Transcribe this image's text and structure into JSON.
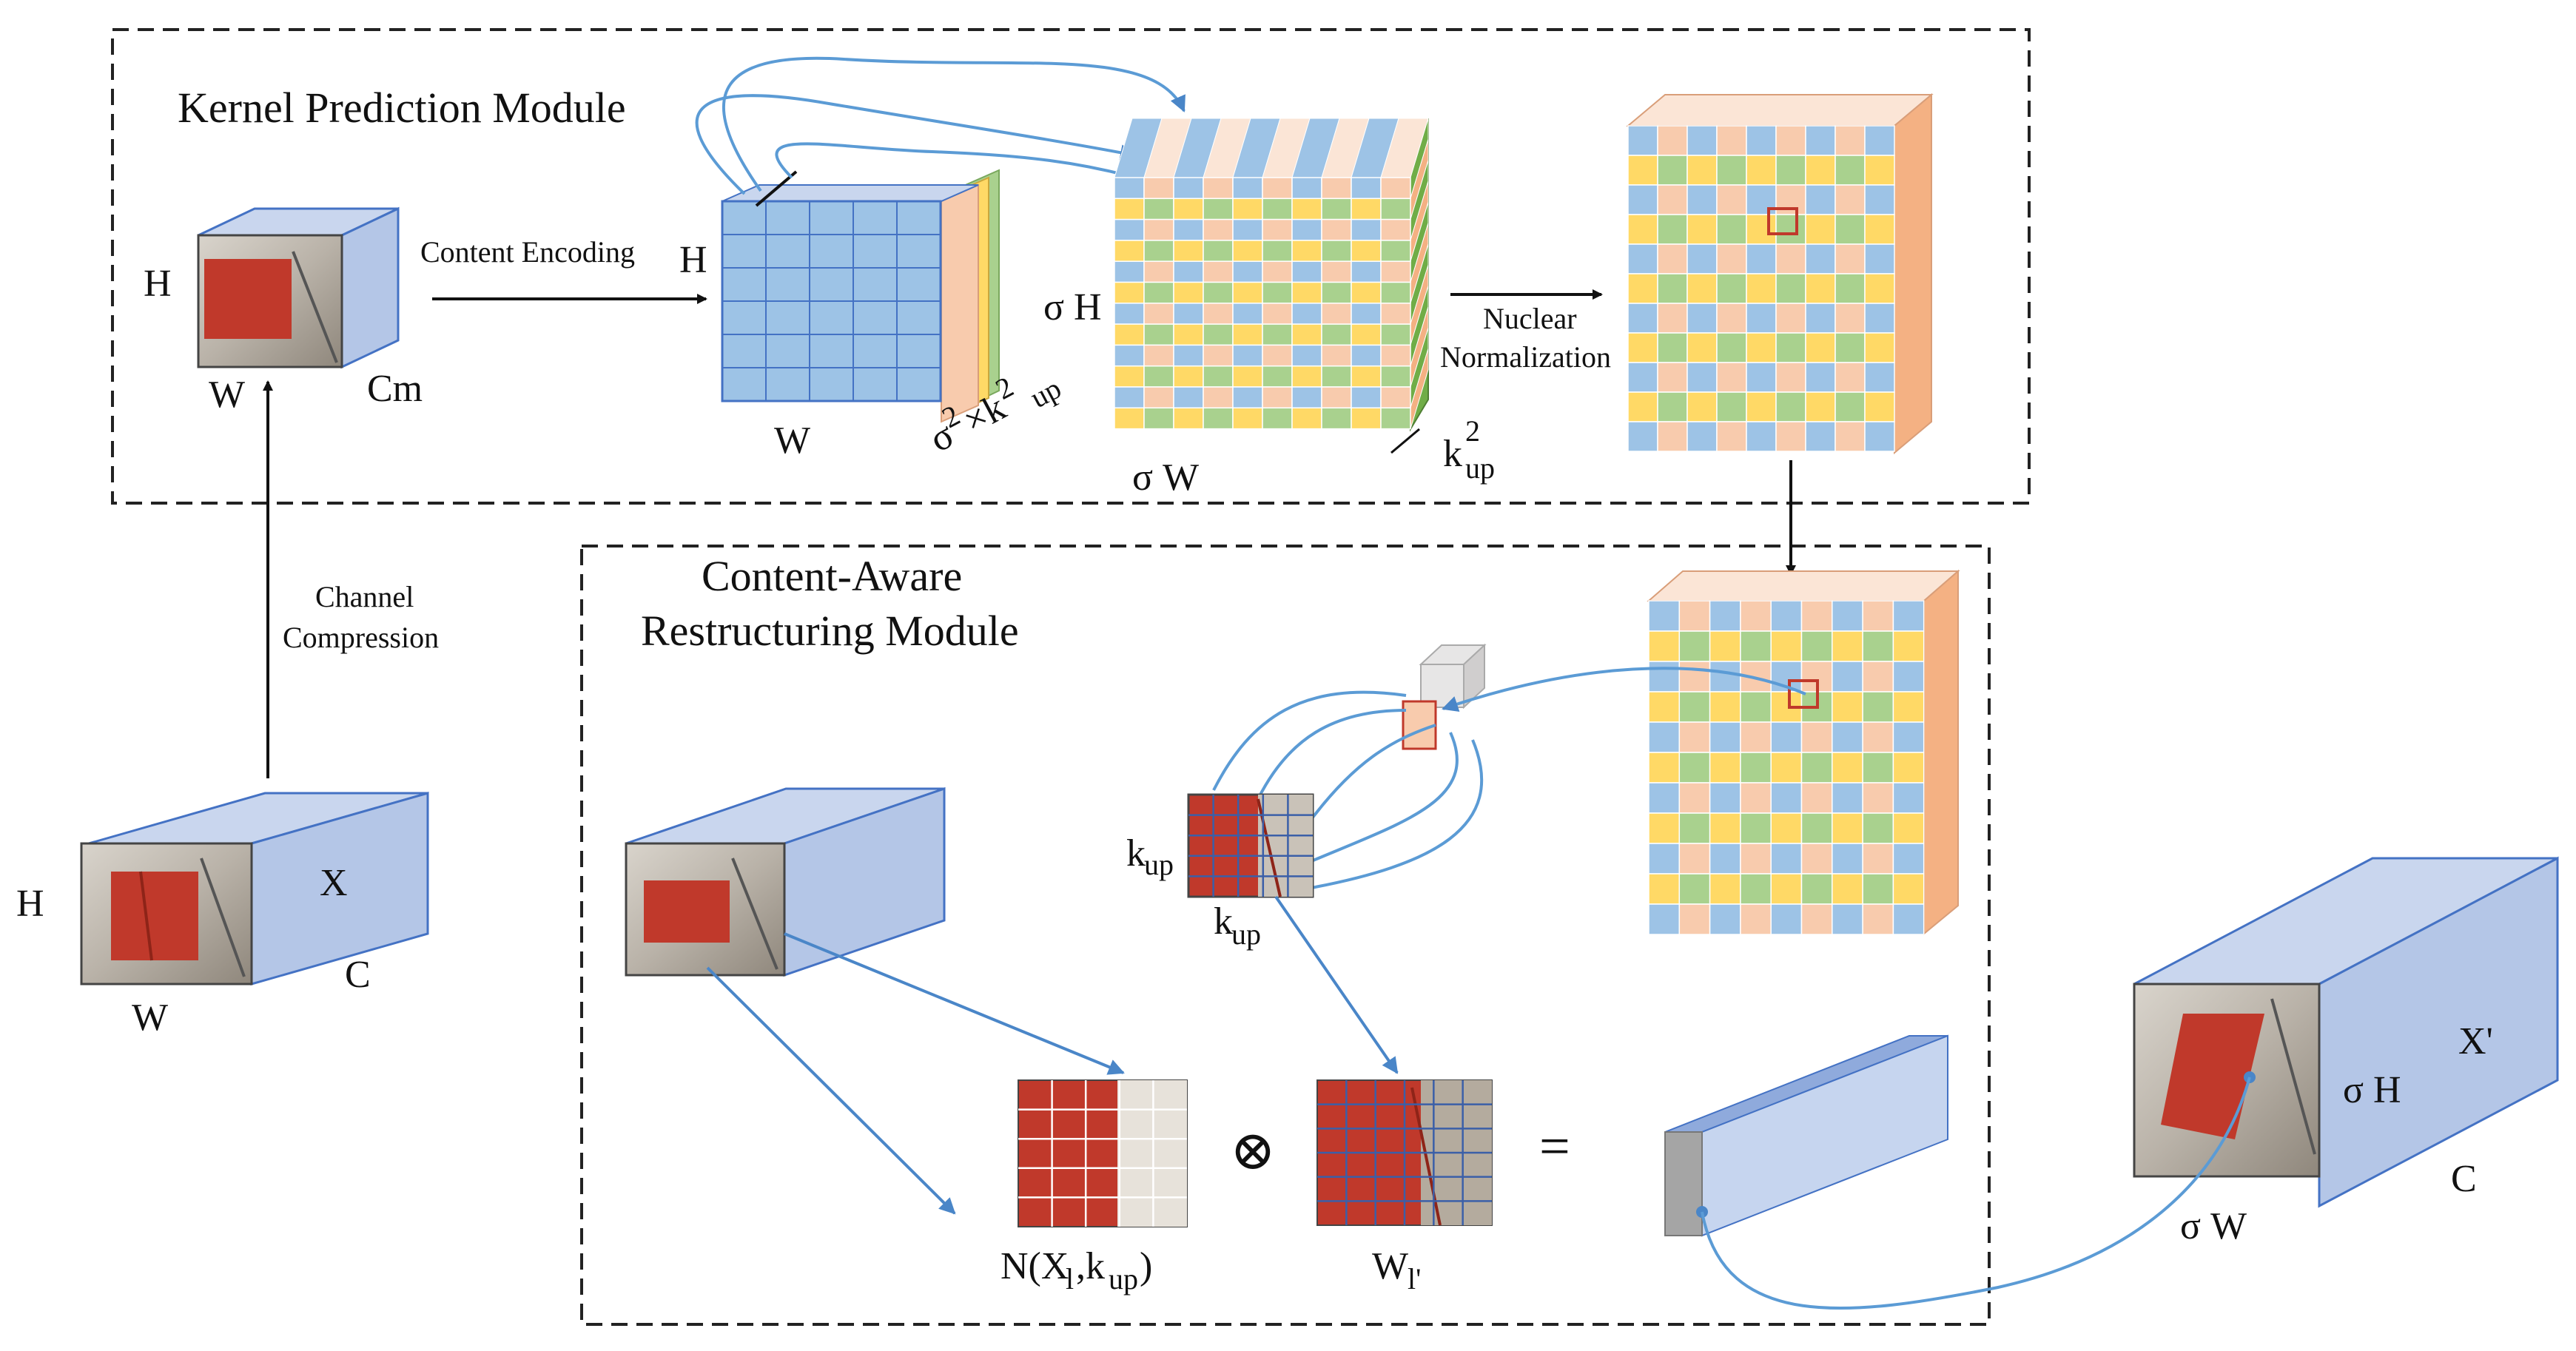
{
  "modules": {
    "kernel_prediction": {
      "title": "Kernel Prediction Module"
    },
    "content_aware": {
      "title_line1": "Content-Aware",
      "title_line2": "Restructuring Module"
    }
  },
  "labels": {
    "content_encoding": "Content Encoding",
    "nuclear_line1": "Nuclear",
    "nuclear_line2": "Normalization",
    "channel_line1": "Channel",
    "channel_line2": "Compression",
    "H": "H",
    "W": "W",
    "Cm": "Cm",
    "X": "X",
    "C": "C",
    "sigmaH": "σ H",
    "sigmaW": "σ W",
    "k2": "k",
    "up": "up",
    "sq": "2",
    "sigma": "σ",
    "times_k": "×k",
    "k": "k",
    "Xprime": "X'",
    "N_open": "N(X",
    "l": "l",
    "comma_k": ",k",
    "close": ")",
    "W_l": "W",
    "l_prime": "l'",
    "otimes": "⊗",
    "equals": "="
  },
  "colors": {
    "cube_face": "#b4c6e7",
    "cube_top": "#c9d6ee",
    "cube_side": "#a9bde3",
    "cube_edge": "#4472c4",
    "grid_blue": "#9dc3e6",
    "grid_green": "#a9d18e",
    "grid_yellow": "#ffd966",
    "grid_peach": "#f8cbad",
    "side_green": "#70ad47",
    "side_orange": "#f4b183",
    "cloth_red": "#c0392b",
    "arrow_blue": "#5b9bd5",
    "black": "#111111"
  }
}
